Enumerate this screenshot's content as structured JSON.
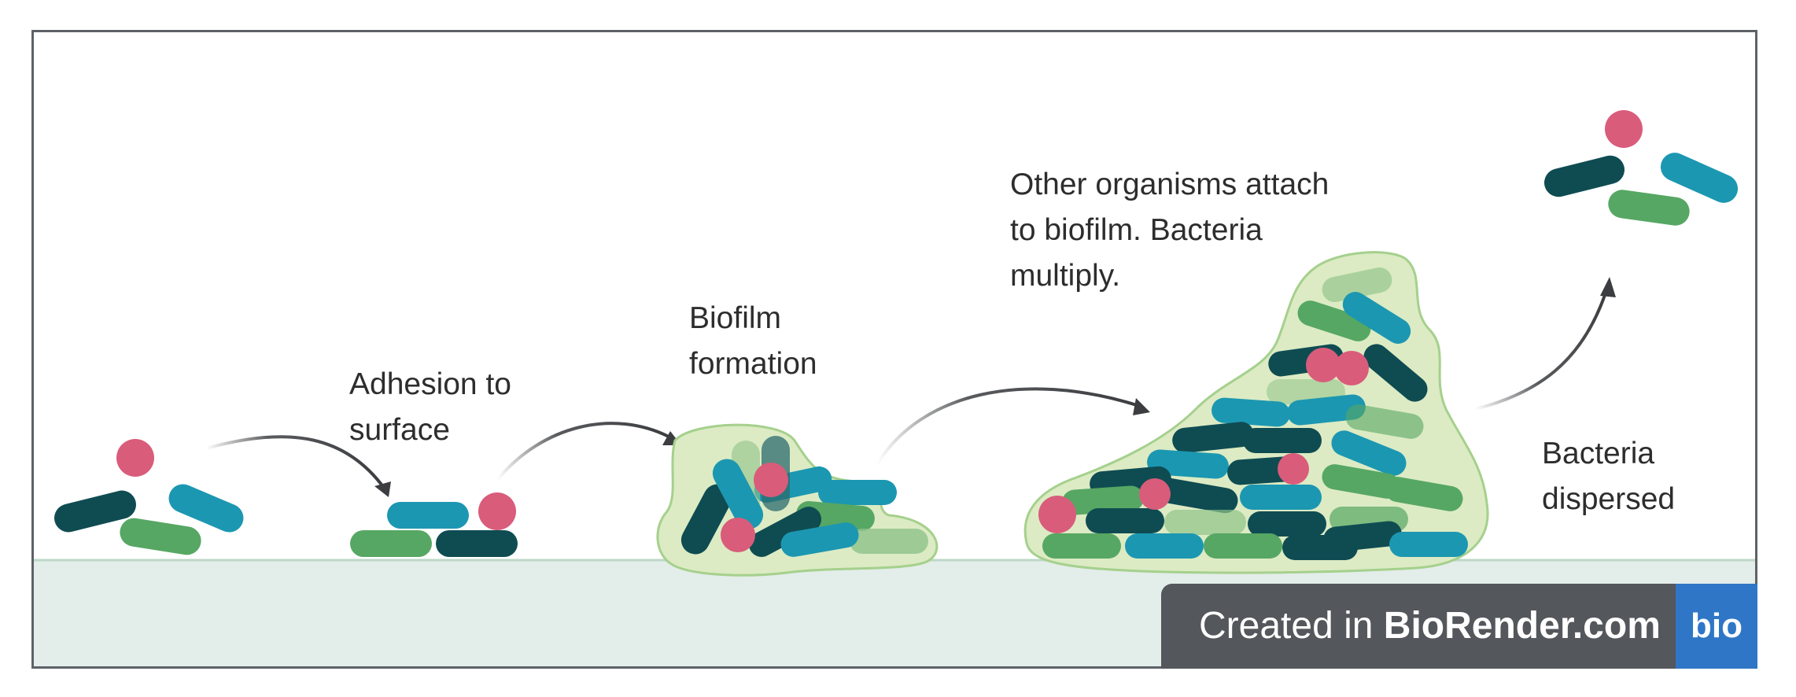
{
  "labels": {
    "adhesion_line1": "Adhesion to",
    "adhesion_line2": "surface",
    "biofilm_line1": "Biofilm",
    "biofilm_line2": "formation",
    "other_line1": "Other organisms attach",
    "other_line2": "to biofilm. Bacteria",
    "other_line3": "multiply.",
    "dispersed_line1": "Bacteria",
    "dispersed_line2": "dispersed"
  },
  "badge": {
    "prefix": "Created in ",
    "brand": "BioRender.com",
    "logo": "bio"
  },
  "colors": {
    "dark_teal": "#0f4c52",
    "teal": "#1c97b1",
    "green": "#56a763",
    "pink": "#d95c7a",
    "matrix": "#dcebc4",
    "surface": "#e3ede9",
    "arrow": "#3b3d40"
  }
}
